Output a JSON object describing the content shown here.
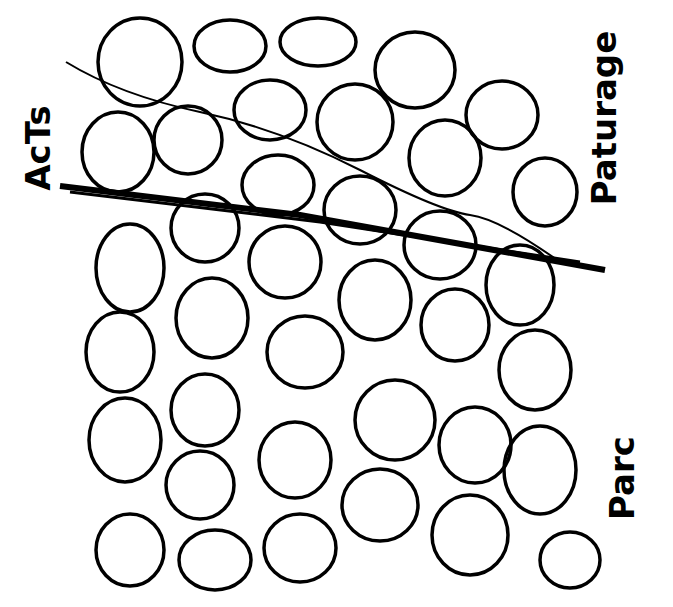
{
  "diagram": {
    "labels": [
      "AcTs",
      "Paturage",
      "Parc"
    ]
  }
}
